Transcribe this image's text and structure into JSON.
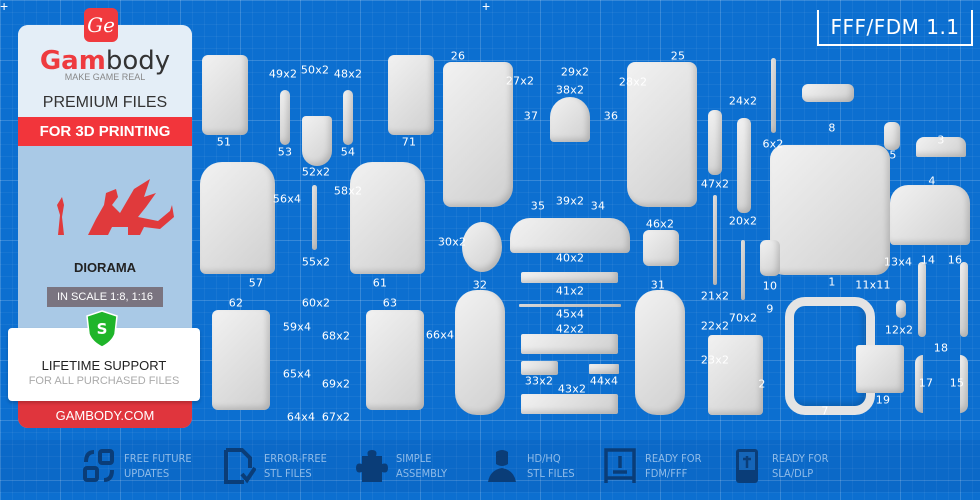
{
  "badge": "FFF/FDM 1.1",
  "panel": {
    "logo_mark": "Ge",
    "brand_red": "Gam",
    "brand_dark": "body",
    "tagline": "MAKE GAME REAL",
    "premium": "PREMIUM FILES",
    "for_printing": "FOR 3D PRINTING",
    "category": "DIORAMA",
    "scale": "IN SCALE 1:8, 1:16",
    "support_badge": "S",
    "support_title": "LIFETIME SUPPORT",
    "support_sub": "FOR ALL PURCHASED FILES",
    "site": "GAMBODY.COM"
  },
  "parts": {
    "labels": [
      "49x2",
      "50x2",
      "48x2",
      "51",
      "53",
      "54",
      "71",
      "52x2",
      "56x4",
      "58x2",
      "55x2",
      "57",
      "61",
      "60x2",
      "62",
      "63",
      "59x4",
      "68x2",
      "65x4",
      "69x2",
      "64x4",
      "67x2",
      "66x4",
      "26",
      "27x2",
      "29x2",
      "28x2",
      "25",
      "38x2",
      "37",
      "36",
      "35",
      "39x2",
      "34",
      "30x2",
      "46x2",
      "40x2",
      "32",
      "31",
      "41x2",
      "45x4",
      "42x2",
      "33x2",
      "44x4",
      "43x2",
      "24x2",
      "6x2",
      "8",
      "5",
      "3",
      "47x2",
      "20x2",
      "4",
      "1",
      "10",
      "11x11",
      "13x4",
      "14",
      "16",
      "21x2",
      "9",
      "70x2",
      "22x2",
      "12x2",
      "18",
      "23x2",
      "2",
      "17",
      "15",
      "19",
      "7"
    ]
  },
  "features": [
    {
      "icon": "sync-icon",
      "l1": "FREE FUTURE",
      "l2": "UPDATES"
    },
    {
      "icon": "file-check-icon",
      "l1": "ERROR-FREE",
      "l2": "STL FILES"
    },
    {
      "icon": "puzzle-icon",
      "l1": "SIMPLE",
      "l2": "ASSEMBLY"
    },
    {
      "icon": "figure-bust-icon",
      "l1": "HD/HQ",
      "l2": "STL FILES"
    },
    {
      "icon": "fdm-printer-icon",
      "l1": "READY FOR",
      "l2": "FDM/FFF"
    },
    {
      "icon": "sla-printer-icon",
      "l1": "READY FOR",
      "l2": "SLA/DLP"
    }
  ],
  "colors": {
    "background": "#0c6fd0",
    "accent_red": "#f2353b",
    "icon_navy": "#0a3d78"
  }
}
